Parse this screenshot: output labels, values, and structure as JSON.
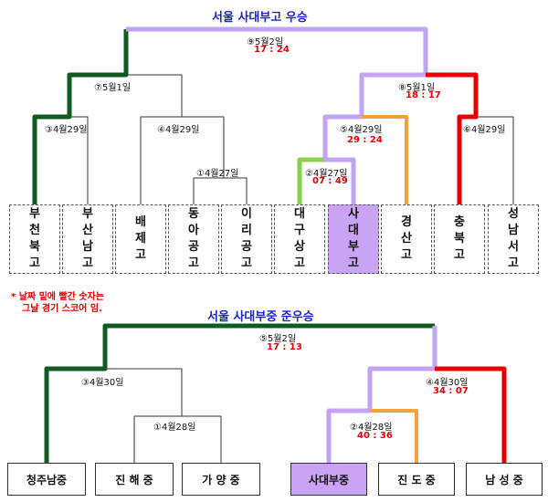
{
  "bracket_top": {
    "title": "서울 사대부고 우승",
    "teams": [
      "부천북고",
      "부산남고",
      "배제고",
      "동아공고",
      "이리공고",
      "대구상고",
      "사대부고",
      "경산고",
      "충북고",
      "성남서고"
    ],
    "champion": "사대부고",
    "matches": [
      {
        "date": "①4월27일",
        "score": ""
      },
      {
        "date": "②4월27일",
        "score": "07 : 49"
      },
      {
        "date": "③4월29일",
        "score": ""
      },
      {
        "date": "④4월29일",
        "score": ""
      },
      {
        "date": "⑤4월29일",
        "score": "29 : 24"
      },
      {
        "date": "⑥4월29일",
        "score": ""
      },
      {
        "date": "⑦5월1일",
        "score": ""
      },
      {
        "date": "⑧5월1일",
        "score": "18 : 17"
      },
      {
        "date": "⑨5월2일",
        "score": "17 : 24"
      }
    ]
  },
  "note": {
    "line1": "* 날짜 밑에 빨간 숫자는",
    "line2": "그날 경기 스코어 임."
  },
  "bracket_bottom": {
    "title": "서울 사대부중 준우승",
    "teams": [
      "청주남중",
      "진 해 중",
      "가 양 중",
      "사대부중",
      "진 도 중",
      "남 성 중"
    ],
    "highlight": "사대부중",
    "matches": [
      {
        "date": "①4월28일",
        "score": ""
      },
      {
        "date": "②4월28일",
        "score": "40 : 36"
      },
      {
        "date": "③4월30일",
        "score": ""
      },
      {
        "date": "④4월30일",
        "score": "34 : 07"
      },
      {
        "date": "⑤5월2일",
        "score": "17 : 13"
      }
    ]
  },
  "colors": {
    "title": "#1a23d8",
    "score": "#e80000",
    "path_dark_green": "#0f5a1f",
    "path_purple": "#c3a3f3",
    "path_red": "#e80000",
    "path_orange": "#f5a03a",
    "path_light_green": "#8ed04a",
    "winner_fill": "#c9a3f4"
  }
}
